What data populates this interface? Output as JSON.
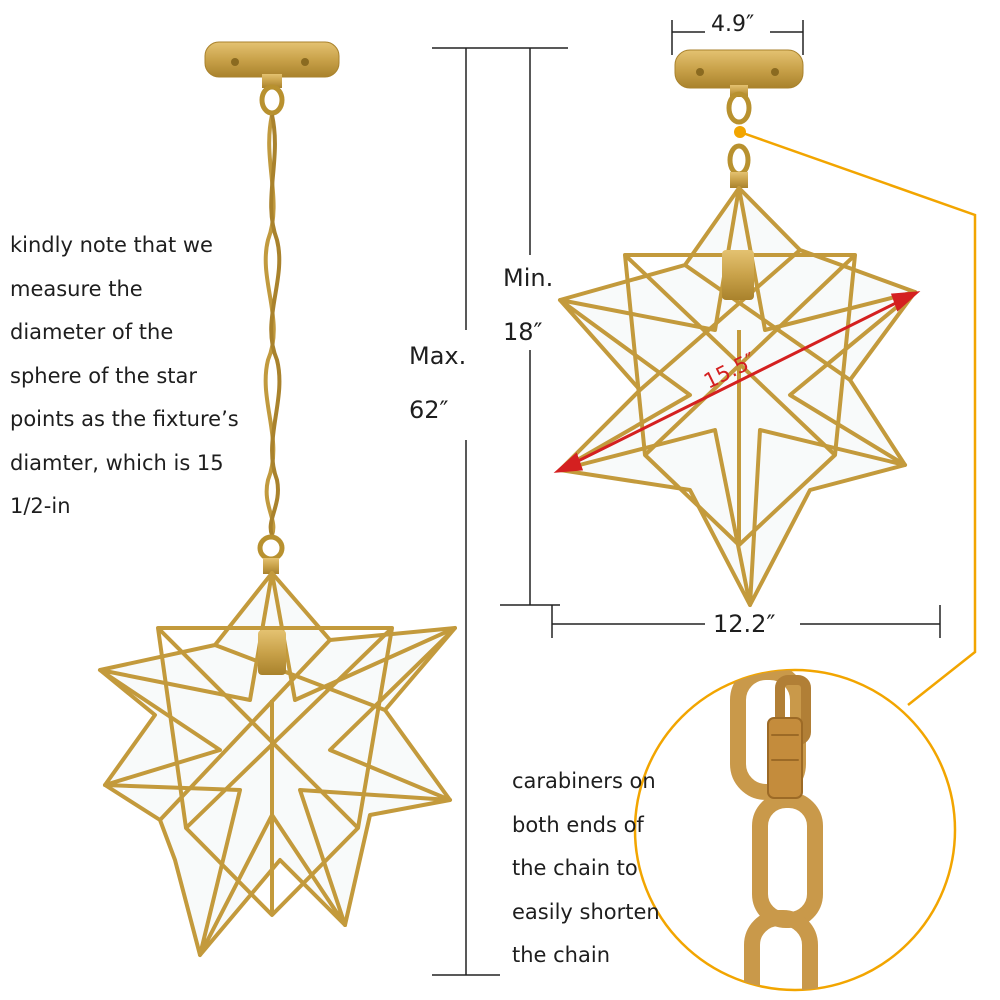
{
  "note_diameter": [
    "kindly note that we",
    "measure the",
    "diameter of the",
    "sphere of the star",
    "points as the fixture’s",
    "diamter, which is 15",
    "1/2-in"
  ],
  "note_carabiners": [
    "carabiners on",
    "both ends of",
    "the chain to",
    "easily shorten",
    "the chain"
  ],
  "dimensions": {
    "max_label": "Max.",
    "max_value": "62″",
    "min_label": "Min.",
    "min_value": "18″",
    "canopy_width": "4.9″",
    "fixture_width": "12.2″",
    "star_diameter": "15.5″"
  },
  "colors": {
    "brass": "#c9a24a",
    "brass_dark": "#a9822c",
    "glass": "#eef3f4",
    "callout": "#f2a500",
    "diameter_arrow": "#d42020"
  },
  "icons": [
    "star-pendant-light",
    "ceiling-canopy",
    "chain",
    "carabiner-closeup"
  ]
}
